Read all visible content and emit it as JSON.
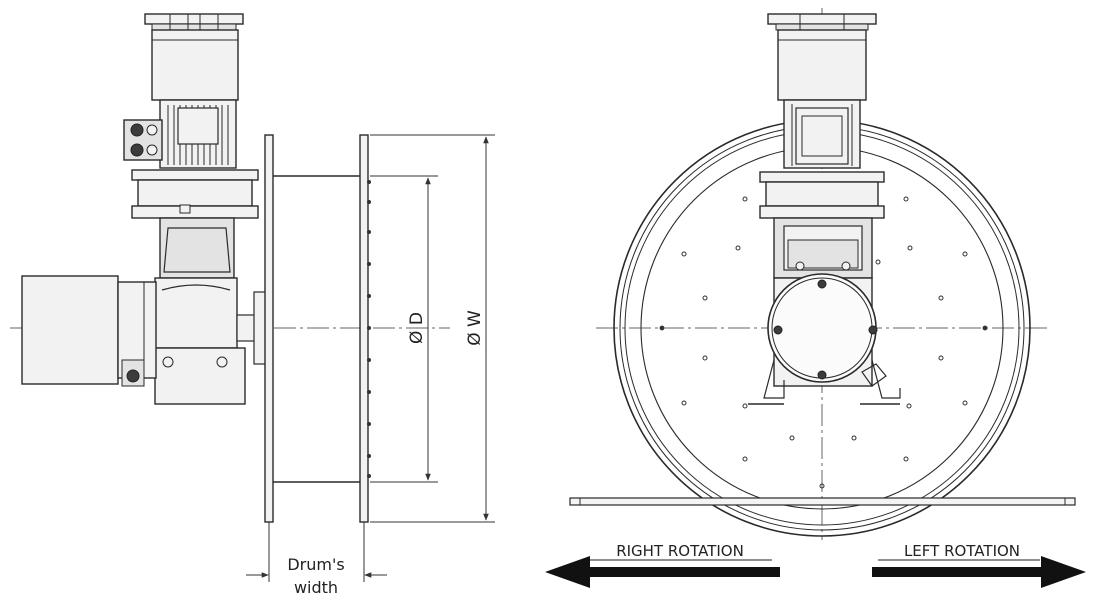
{
  "labels": {
    "diameter_d": "Ø D",
    "diameter_w": "Ø W",
    "drum_width_line1": "Drum's",
    "drum_width_line2": "width",
    "right_rotation": "RIGHT ROTATION",
    "left_rotation": "LEFT ROTATION"
  },
  "colors": {
    "line": "#2a2a2a",
    "motor_fill": "#f2f2f2",
    "gear_fill": "#e3e3e3",
    "dark_part": "#3c3c3c",
    "arrow": "#111111"
  }
}
